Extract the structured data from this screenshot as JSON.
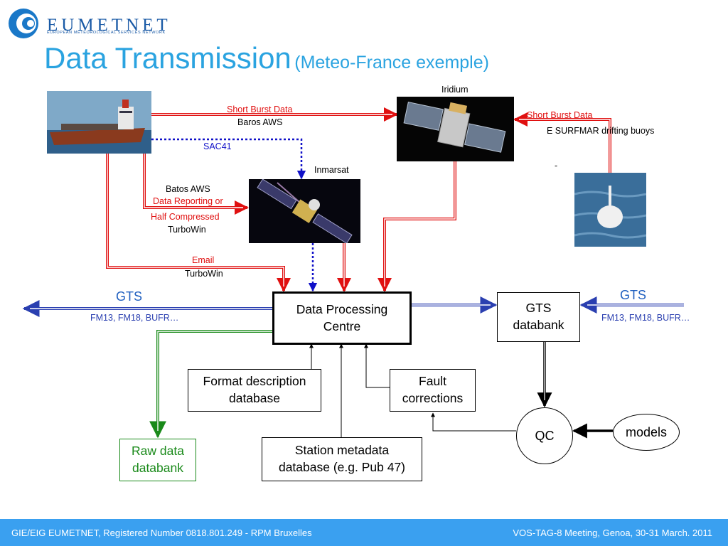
{
  "header": {
    "logo_text": "EUMETNET",
    "logo_subtitle": "EUROPEAN METEOROLOGICAL SERVICES NETWORK",
    "title": "Data Transmission",
    "subtitle": "(Meteo-France exemple)"
  },
  "labels": {
    "iridium": "Iridium",
    "inmarsat": "Inmarsat",
    "sbd_left": "Short Burst Data",
    "baros_aws_top": "Baros  AWS",
    "sac41": "SAC41",
    "sbd_right": "Short Burst Data",
    "surfmar": "E  SURFMAR  drifting buoys",
    "dash": "-",
    "batos_aws": "Batos   AWS",
    "data_reporting": "Data Reporting or",
    "half_compressed": "Half Compressed",
    "turbowin_mid": "TurboWin",
    "email": "Email",
    "turbowin_low": "TurboWin",
    "gts_left": "GTS",
    "fm_left": "FM13, FM18, BUFR…",
    "gts_right": "GTS",
    "fm_right": "FM13, FM18, BUFR…"
  },
  "boxes": {
    "dpc": [
      "Data  Processing",
      "Centre"
    ],
    "gts_databank": [
      "GTS",
      "databank"
    ],
    "format_db": [
      "Format description",
      "database"
    ],
    "fault": [
      "Fault",
      "corrections"
    ],
    "qc": "QC",
    "models": "models",
    "raw": [
      "Raw data",
      "databank"
    ],
    "station": [
      "Station metadata",
      "database (e.g. Pub 47)"
    ]
  },
  "footer": {
    "left": "GIE/EIG EUMETNET, Registered Number 0818.801.249 - RPM Bruxelles",
    "right": "VOS-TAG-8 Meeting, Genoa,  30-31 March. 2011"
  },
  "colors": {
    "title": "#2aa3e0",
    "red_link": "#e01010",
    "blue_link": "#1010c8",
    "green_link": "#1a8a1a",
    "footer_bg": "#3aa0f0"
  }
}
